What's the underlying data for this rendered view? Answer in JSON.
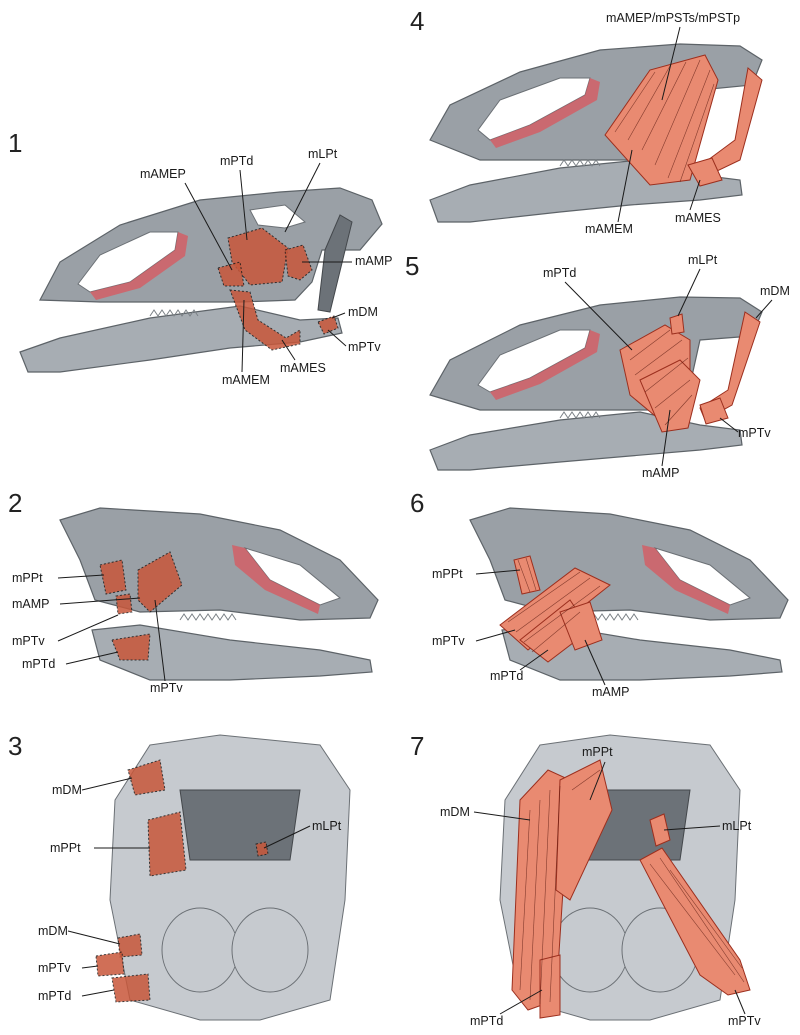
{
  "panels": [
    {
      "id": "p1",
      "number": "1",
      "labels": [
        "mAMEP",
        "mPTd",
        "mLPt",
        "mAMP",
        "mDM",
        "mPTv",
        "mAMEM",
        "mAMES"
      ]
    },
    {
      "id": "p2",
      "number": "2",
      "labels": [
        "mPPt",
        "mAMP",
        "mPTv",
        "mPTd",
        "mPTv"
      ]
    },
    {
      "id": "p3",
      "number": "3",
      "labels": [
        "mDM",
        "mPPt",
        "mLPt",
        "mDM",
        "mPTv",
        "mPTd"
      ]
    },
    {
      "id": "p4",
      "number": "4",
      "labels": [
        "mAMEP/mPSTs/mPSTp",
        "mAMEM",
        "mAMES"
      ]
    },
    {
      "id": "p5",
      "number": "5",
      "labels": [
        "mPTd",
        "mLPt",
        "mDM",
        "mPTv",
        "mAMP"
      ]
    },
    {
      "id": "p6",
      "number": "6",
      "labels": [
        "mPPt",
        "mPTv",
        "mPTd",
        "mAMP"
      ]
    },
    {
      "id": "p7",
      "number": "7",
      "labels": [
        "mPPt",
        "mDM",
        "mLPt",
        "mPTd",
        "mPTv"
      ]
    }
  ],
  "colors": {
    "bone": "#9aa0a6",
    "muscle": "#e98a71",
    "attachment": "#c8573a",
    "nasal": "#d9575d"
  }
}
